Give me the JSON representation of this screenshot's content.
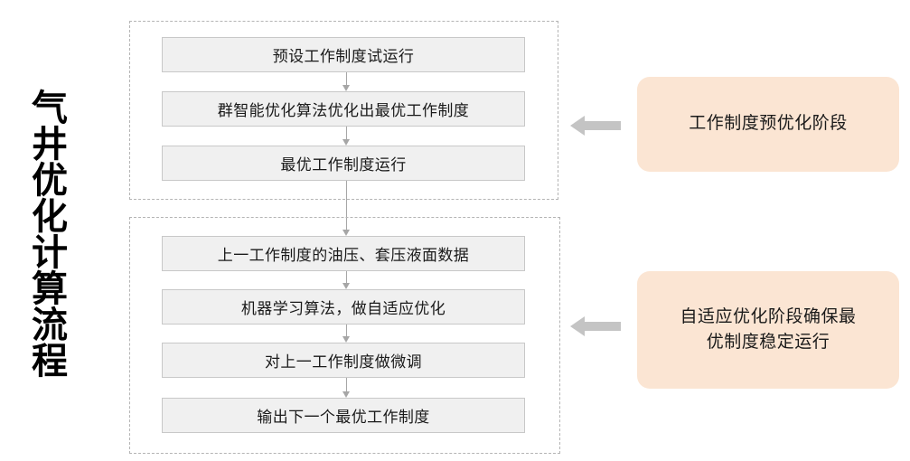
{
  "title": {
    "text": "气井优化计算流程"
  },
  "groups": [
    {
      "id": "group-top",
      "name": "pre-optimization-stage-group",
      "steps": [
        {
          "label": "预设工作制度试运行"
        },
        {
          "label": "群智能优化算法优化出最优工作制度"
        },
        {
          "label": "最优工作制度运行"
        }
      ],
      "callout": {
        "lines": [
          "工作制度预优化阶段"
        ],
        "color": "#fbe5d3"
      },
      "arrow": {
        "icon": "arrow-left-block-icon",
        "color": "#c4c4c4"
      }
    },
    {
      "id": "group-bottom",
      "name": "adaptive-optimization-stage-group",
      "steps": [
        {
          "label": "上一工作制度的油压、套压液面数据"
        },
        {
          "label": "机器学习算法，做自适应优化"
        },
        {
          "label": "对上一工作制度做微调"
        },
        {
          "label": "输出下一个最优工作制度"
        }
      ],
      "callout": {
        "lines": [
          "自适应优化阶段确保最",
          "优制度稳定运行"
        ],
        "color": "#fbe5d3"
      },
      "arrow": {
        "icon": "arrow-left-block-icon",
        "color": "#c4c4c4"
      }
    }
  ],
  "connectors": {
    "icon": "arrow-down-icon",
    "color": "#a6a6a6"
  },
  "palette": {
    "step_fill": "#f0f0f0",
    "step_border": "#c8c8c8",
    "group_border": "#b4b4b4",
    "callout_fill": "#fbe5d3",
    "text": "#1a1a1a",
    "background": "#ffffff"
  }
}
